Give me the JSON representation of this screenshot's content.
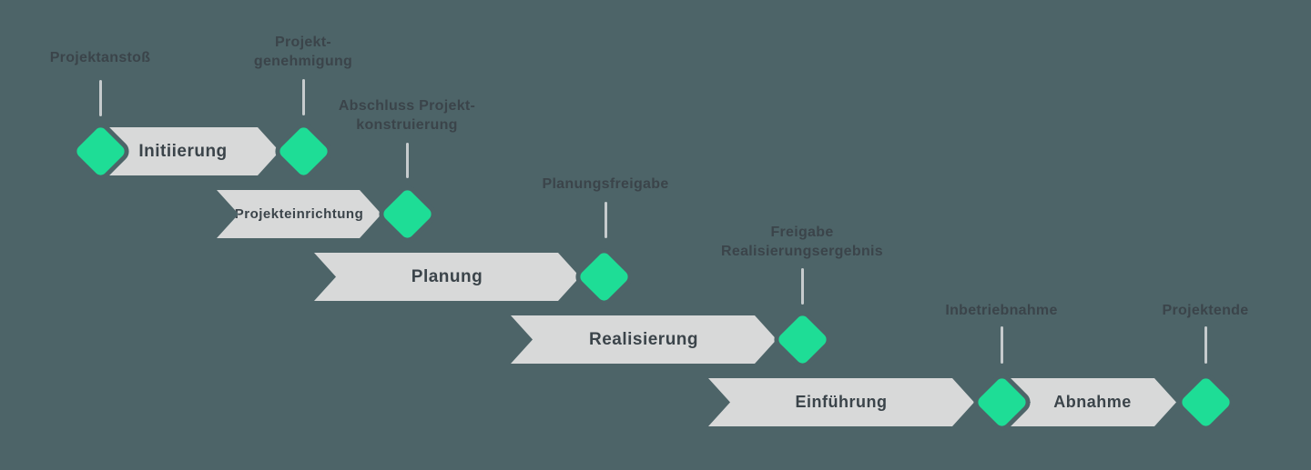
{
  "colors": {
    "background": "#4d6468",
    "phase_fill": "#d8d9d9",
    "milestone_fill": "#1edd96",
    "label_text": "#3b444a",
    "connector": "#c6cbcd"
  },
  "diagram": {
    "phases": [
      {
        "name": "Initiierung"
      },
      {
        "name": "Projekteinrichtung"
      },
      {
        "name": "Planung"
      },
      {
        "name": "Realisierung"
      },
      {
        "name": "Einführung"
      },
      {
        "name": "Abnahme"
      }
    ],
    "milestones": [
      {
        "label": "Projektanstoß"
      },
      {
        "label": "Projekt-\ngenehmigung"
      },
      {
        "label": "Abschluss Projekt-\nkonstruierung"
      },
      {
        "label": "Planungsfreigabe"
      },
      {
        "label": "Freigabe\nRealisierungsergebnis"
      },
      {
        "label": "Inbetriebnahme"
      },
      {
        "label": "Projektende"
      }
    ]
  }
}
